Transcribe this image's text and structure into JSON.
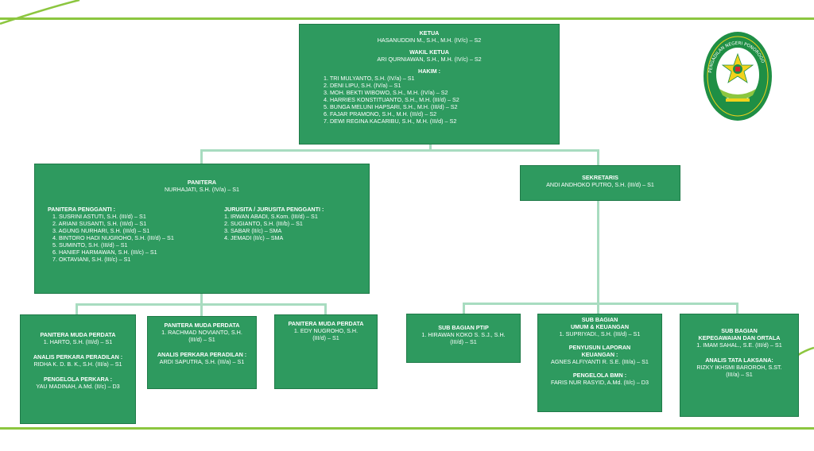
{
  "ketua": {
    "title": "KETUA",
    "name": "HASANUDDIN M., S.H., M.H. (IV/c) – S2",
    "wakil_title": "WAKIL KETUA",
    "wakil_name": "ARI QURNIAWAN, S.H., M.H. (IV/c) – S2",
    "hakim_title": "HAKIM :",
    "hakim": [
      "1. TRI MULYANTO, S.H. (IV/a) – S1",
      "2. DENI LIPU, S.H. (IV/a) – S1",
      "3. MOH. BEKTI WIBOWO, S.H., M.H. (IV/a) – S2",
      "4. HARRIES KONSTITUANTO, S.H., M.H. (III/d) – S2",
      "5. BUNGA MELUNI HAPSARI, S.H., M.H. (III/d) – S2",
      "6. FAJAR PRAMONO, S.H., M.H. (III/d) – S2",
      "7. DEWI REGINA KACARIBU, S.H., M.H. (III/d) – S2"
    ]
  },
  "panitera": {
    "title": "PANITERA",
    "name": "NURHAJATI, S.H. (IV/a) – S1",
    "pengganti_title": "PANITERA PENGGANTI :",
    "pengganti": [
      "1. SUSRINI ASTUTI, S.H. (III/d) – S1",
      "2. ARIANI SUSANTI, S.H. (III/d) – S1",
      "3. AGUNG NURHARI, S.H. (III/d) – S1",
      "4. BINTORO HADI NUGROHO, S.H. (III/d) – S1",
      "5. SUMINTO, S.H. (III/d) – S1",
      "6. HANIEF HARMAWAN, S.H. (III/c) – S1",
      "7. OKTAVIANI, S.H. (III/c) – S1"
    ],
    "jurusita_title": "JURUSITA / JURUSITA PENGGANTI :",
    "jurusita": [
      "1. IRWAN ABADI, S.Kom. (III/d) – S1",
      "2. SUGIANTO, S.H. (III/b) – S1",
      "3. SABAR (II/c) – SMA",
      "4. JEMADI (II/c) – SMA"
    ]
  },
  "sekretaris": {
    "title": "SEKRETARIS",
    "name": "ANDI ANDHOKO PUTRO, S.H. (III/d) – S1"
  },
  "pm1": {
    "title": "PANITERA MUDA PERDATA",
    "name": "1. HARTO, S.H. (III/d) – S1",
    "analis_title": "ANALIS PERKARA PERADILAN :",
    "analis_name": "RIDHA K. D. B. K., S.H. (III/a) – S1",
    "pengelola_title": "PENGELOLA PERKARA :",
    "pengelola_name": "YAU MADINAH, A.Md. (II/c) – D3"
  },
  "pm2": {
    "title": "PANITERA MUDA PERDATA",
    "name_l1": "1. RACHMAD NOVIANTO, S.H.",
    "name_l2": "(III/d) – S1",
    "analis_title": "ANALIS PERKARA PERADILAN :",
    "analis_name": "ARDI SAPUTRA, S.H. (III/a) – S1"
  },
  "pm3": {
    "title": "PANITERA MUDA PERDATA",
    "name_l1": "1. EDY NUGROHO, S.H.",
    "name_l2": "(III/d) – S1"
  },
  "sb1": {
    "title": "SUB BAGIAN PTIP",
    "name_l1": "1. HIRAWAN KOKO S. S.J., S.H.",
    "name_l2": "(III/d) – S1"
  },
  "sb2": {
    "title_l1": "SUB BAGIAN",
    "title_l2": "UMUM & KEUANGAN",
    "name": "1. SUPRIYADI., S.H. (III/d) – S1",
    "penyusun_title_l1": "PENYUSUN LAPORAN",
    "penyusun_title_l2": "KEUANGAN :",
    "penyusun_name": "AGNES ALFIYANTI R. S.E. (III/a) – S1",
    "bmn_title": "PENGELOLA BMN :",
    "bmn_name": "FARIS NUR RASYID, A.Md. (II/c) – D3"
  },
  "sb3": {
    "title_l1": "SUB BAGIAN",
    "title_l2": "KEPEGAWAIAN DAN ORTALA",
    "name": "1. IMAM SAHAL., S.E. (III/d) – S1",
    "analis_title": "ANALIS TATA LAKSANA:",
    "analis_l1": "RIZKY IKHSMI BAROROH, S.ST.",
    "analis_l2": "(III/a) – S1"
  },
  "emblem": {
    "ring_text": "PENGADILAN NEGERI PONOROGO",
    "colors": {
      "ring": "#1f8f45",
      "star": "#f2d21b",
      "base": "#8cc63f"
    }
  },
  "colors": {
    "box": "#2e9a5f",
    "connector": "#a8dcc0",
    "rule": "#8cc63f"
  }
}
